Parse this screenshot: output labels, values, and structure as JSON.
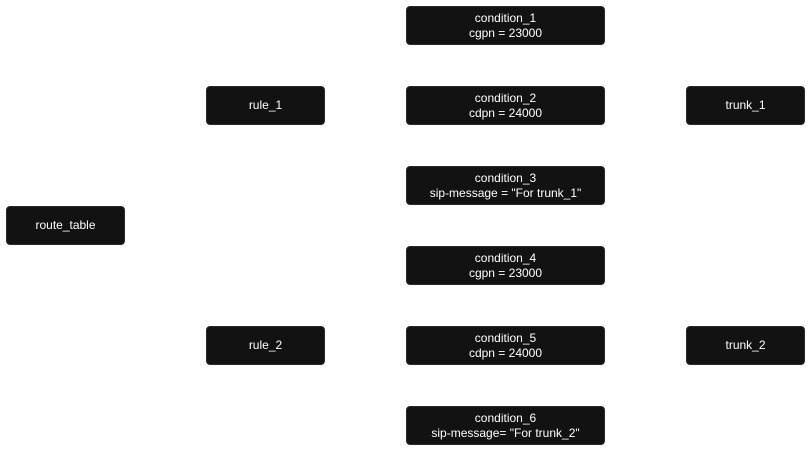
{
  "diagram": {
    "route_table": {
      "label": "route_table"
    },
    "rules": [
      {
        "label": "rule_1"
      },
      {
        "label": "rule_2"
      }
    ],
    "trunks": [
      {
        "label": "trunk_1"
      },
      {
        "label": "trunk_2"
      }
    ],
    "conditions": [
      {
        "name": "condition_1",
        "expr": "cgpn = 23000"
      },
      {
        "name": "condition_2",
        "expr": "cdpn = 24000"
      },
      {
        "name": "condition_3",
        "expr": "sip-message = \"For trunk_1\""
      },
      {
        "name": "condition_4",
        "expr": "cgpn = 23000"
      },
      {
        "name": "condition_5",
        "expr": "cdpn = 24000"
      },
      {
        "name": "condition_6",
        "expr": "sip-message= \"For trunk_2\""
      }
    ]
  },
  "colors": {
    "node_fill": "#121212",
    "node_text": "#ffffff",
    "background": "#ffffff"
  }
}
